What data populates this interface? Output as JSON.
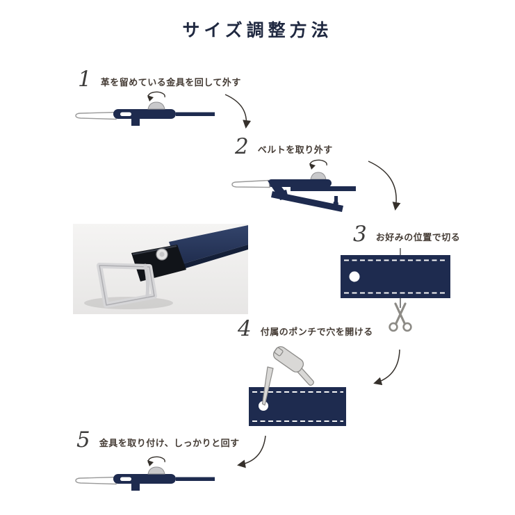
{
  "title": "サイズ調整方法",
  "steps": [
    {
      "num": "1",
      "label": "革を留めている金具を回して外す"
    },
    {
      "num": "2",
      "label": "ベルトを取り外す"
    },
    {
      "num": "3",
      "label": "お好みの位置で切る"
    },
    {
      "num": "4",
      "label": "付属のポンチで穴を開ける"
    },
    {
      "num": "5",
      "label": "金具を取り付け、しっかりと回す"
    }
  ],
  "colors": {
    "belt_navy": "#1e2b4f",
    "stitch_white": "#f5f5f5",
    "ink": "#35302b",
    "metal_gray": "#d9d8d6",
    "title_navy": "#1f2840"
  },
  "icons": [
    "rotate-arrow-icon",
    "flow-arrow-icon",
    "scissors-icon",
    "cut-line",
    "mallet-icon",
    "punch-icon",
    "belt-buckle-photo"
  ]
}
